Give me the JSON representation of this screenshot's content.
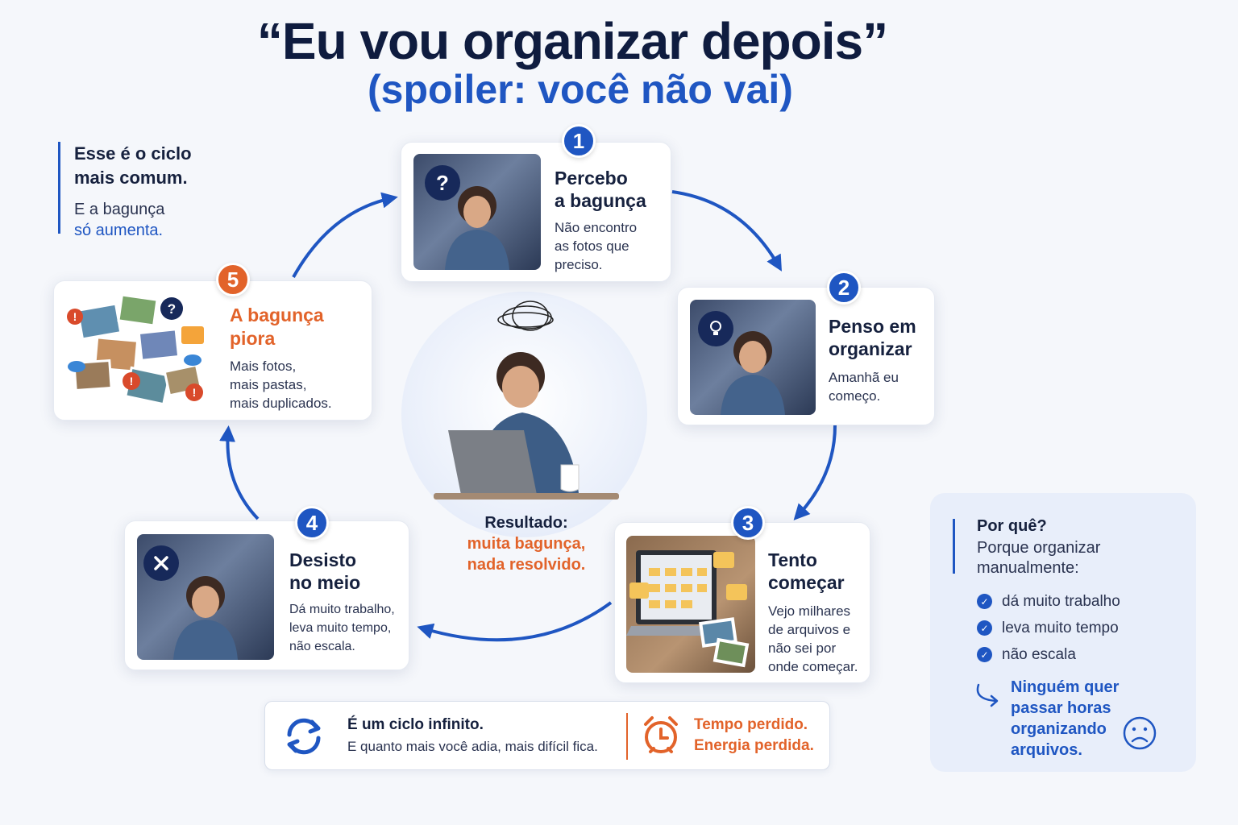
{
  "header": {
    "title": "“Eu vou organizar depois”",
    "subtitle": "(spoiler: você não vai)"
  },
  "intro": {
    "line1": "Esse é o ciclo",
    "line2": "mais comum.",
    "line3": "E a bagunça",
    "line4": "só aumenta."
  },
  "steps": [
    {
      "number": "1",
      "title1": "Percebo",
      "title2": "a bagunça",
      "desc": [
        "Não encontro",
        "as fotos que",
        "preciso."
      ],
      "icon": "question-icon"
    },
    {
      "number": "2",
      "title1": "Penso em",
      "title2": "organizar",
      "desc": [
        "Amanhã eu",
        "começo."
      ],
      "icon": "lightbulb-icon"
    },
    {
      "number": "3",
      "title1": "Tento",
      "title2": "começar",
      "desc": [
        "Vejo milhares",
        "de arquivos e",
        "não sei por",
        "onde começar."
      ],
      "icon": "folder-icon"
    },
    {
      "number": "4",
      "title1": "Desisto",
      "title2": "no meio",
      "desc": [
        "Dá muito trabalho,",
        "leva muito tempo,",
        "não escala."
      ],
      "icon": "close-icon"
    },
    {
      "number": "5",
      "title1": "A bagunça",
      "title2": "piora",
      "desc": [
        "Mais fotos,",
        "mais pastas,",
        "mais duplicados."
      ],
      "icon": "photos-pile-icon"
    }
  ],
  "center": {
    "label": "Resultado:",
    "value1": "muita bagunça,",
    "value2": "nada resolvido."
  },
  "bottom": {
    "title": "É um ciclo infinito.",
    "text": "E quanto mais você adia, mais difícil fica.",
    "loss1": "Tempo perdido.",
    "loss2": "Energia perdida."
  },
  "why": {
    "question": "Por quê?",
    "answer": "Porque organizar manualmente:",
    "reasons": [
      "dá muito trabalho",
      "leva muito tempo",
      "não escala"
    ],
    "note": "Ninguém quer passar horas organizando arquivos."
  },
  "colors": {
    "blue": "#1f56c2",
    "navy": "#0f1c3f",
    "orange": "#e2632a"
  }
}
